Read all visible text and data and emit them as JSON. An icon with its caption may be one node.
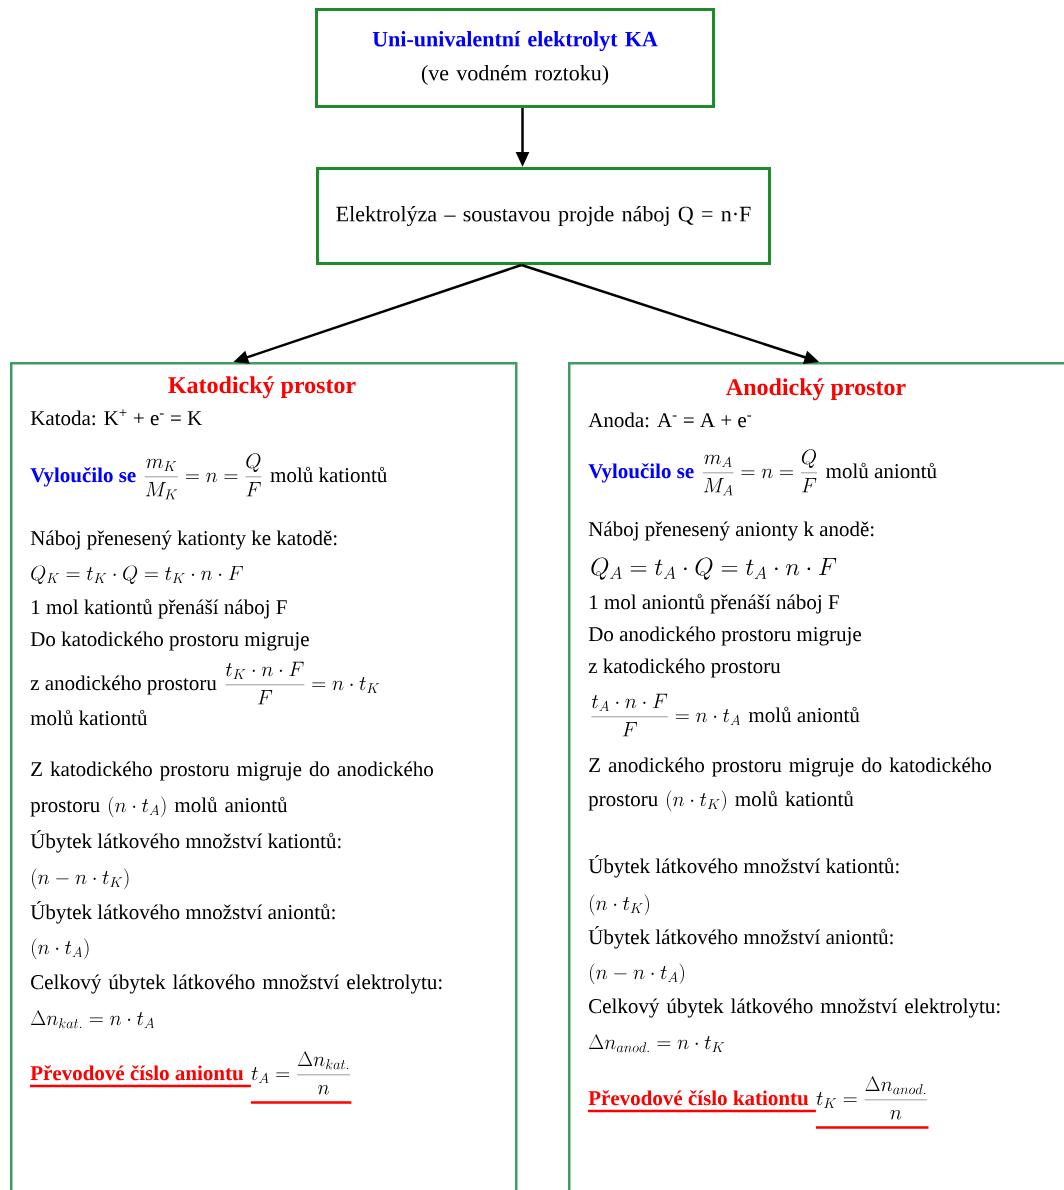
{
  "diagram": {
    "nodes": [
      {
        "text": [
          "Uni-univalentní elektrolyt KA",
          "(ve vodném roztoku)"
        ]
      },
      {
        "text": [
          "Elektrolýza – soustavou projde náboj Q = n·F"
        ]
      },
      {
        "text": [
          "Katodický prostor",
          "Katoda: K$^{+}$ + e$^{-}$ = K",
          "Vyloučilo se",
          "\\frac{m_K}{M_K}=n=\\frac{Q}{F}",
          "molů kationtů",
          "Náboj přenesený kationty ke katodě:",
          "Q_K=t_K\\cdot Q=t_K\\cdot n\\cdot F",
          "1 mol kationtů přenáší náboj F",
          "Do katodického prostoru migruje",
          "z anodického prostoru",
          "\\frac{t_K\\cdot n\\cdot F}{F}=n\\cdot t_K",
          "molů kationtů",
          "Z katodického prostoru migruje do anodického prostoru",
          "(n\\cdot t_A)",
          "molů aniontů",
          "Úbytek látkového množství kationtů:",
          "(n-n\\cdot t_K)",
          "Úbytek látkového množství aniontů:",
          "(n\\cdot t_A)",
          "Celkový úbytek látkového množství elektrolytu:",
          "\\Delta n_{kat.}=n\\cdot t_A",
          "Převodové číslo aniontu",
          "t_A=\\frac{\\Delta n_{kat.}}{n}"
        ]
      },
      {
        "text": [
          "Anodický prostor",
          "Anoda: A$^{-}$ = A + e$^{-}$",
          "Vyloučilo se",
          "\\frac{m_A}{M_A}=n=\\frac{Q}{F}",
          "molů aniontů",
          "Náboj přenesený anionty k anodě:",
          "Q_A=t_A\\cdot Q=t_A\\cdot n\\cdot F",
          "1 mol aniontů přenáší náboj F",
          "Do anodického prostoru migruje",
          "z katodického prostoru",
          "\\frac{t_A\\cdot n\\cdot F}{F}=n\\cdot t_A",
          "molů aniontů",
          "Z anodického prostoru migruje do katodického prostoru",
          "(n\\cdot t_K)",
          "molů kationtů",
          "Úbytek látkového množství kationtů:",
          "(n\\cdot t_K)",
          "Úbytek látkového množství aniontů:",
          "(n-n\\cdot t_A)",
          "Celkový úbytek látkového množství elektrolytu:",
          "\\Delta n_{anod.}=n\\cdot t_K",
          "Převodové číslo kationtu",
          "t_K=\\frac{\\Delta n_{anod.}}{n}"
        ]
      }
    ],
    "edges": [
      {
        "from": 0,
        "to": 1,
        "arrow": "to"
      },
      {
        "from": 1,
        "to": 2,
        "arrow": "to"
      },
      {
        "from": 1,
        "to": 3,
        "arrow": "to"
      }
    ]
  }
}
